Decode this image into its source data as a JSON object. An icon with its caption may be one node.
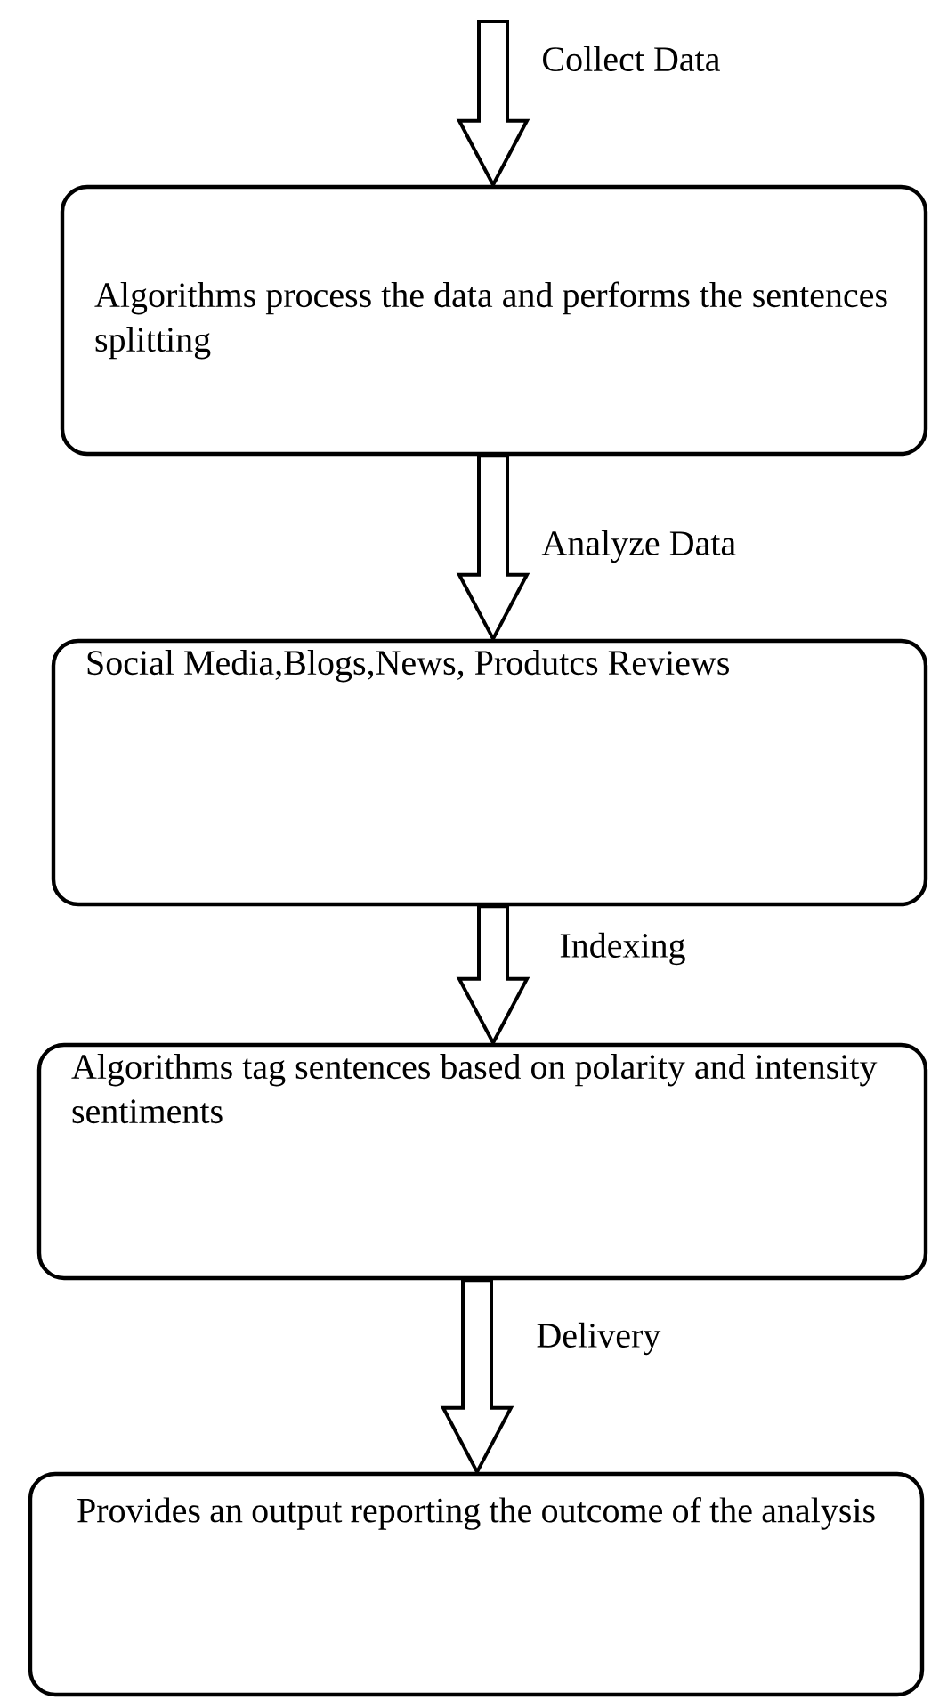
{
  "diagram": {
    "nodes": [
      {
        "text": [
          "Algorithms process the data and performs the sentences splitting"
        ]
      },
      {
        "text": [
          "Social Media,Blogs,News, Produtcs Reviews"
        ]
      },
      {
        "text": [
          "Algorithms tag sentences based on polarity and intensity sentiments"
        ]
      },
      {
        "text": [
          "Provides an output reporting the outcome of the analysis"
        ]
      }
    ],
    "edges": [
      {
        "from": null,
        "to": 0,
        "arrow": "to",
        "label": "Collect Data"
      },
      {
        "from": 0,
        "to": 1,
        "arrow": "to",
        "label": "Analyze Data"
      },
      {
        "from": 1,
        "to": 2,
        "arrow": "to",
        "label": "Indexing"
      },
      {
        "from": 2,
        "to": 3,
        "arrow": "to",
        "label": "Delivery"
      }
    ]
  }
}
